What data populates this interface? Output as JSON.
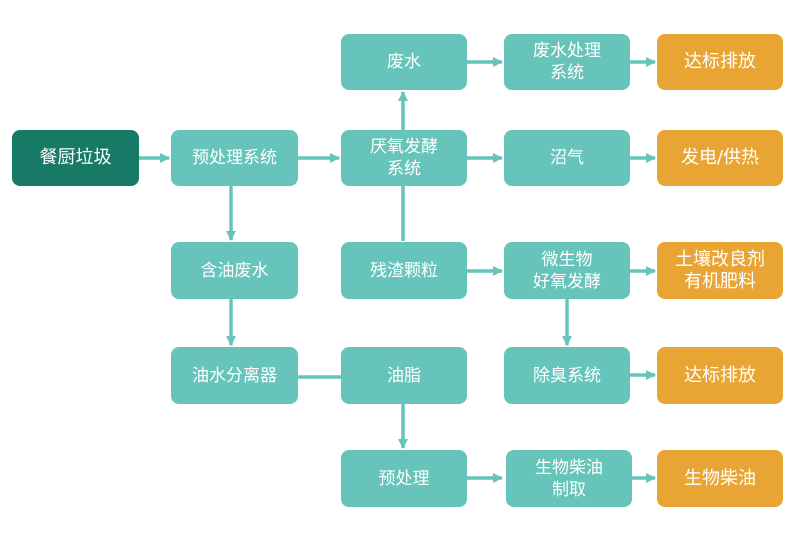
{
  "nodes": {
    "kitchen_waste": "餐厨垃圾",
    "pretreatment_system": "预处理系统",
    "anaerobic_fermentation": "厌氧发酵\n系统",
    "wastewater": "废水",
    "wastewater_treatment": "废水处理\n系统",
    "discharge_1": "达标排放",
    "biogas": "沼气",
    "power_heat": "发电/供热",
    "oily_wastewater": "含油废水",
    "residue_granules": "残渣颗粒",
    "aerobic_fermentation": "微生物\n好氧发酵",
    "soil_conditioner": "土壤改良剂\n有机肥料",
    "oil_water_separator": "油水分离器",
    "grease": "油脂",
    "deodorization": "除臭系统",
    "discharge_2": "达标排放",
    "pretreatment": "预处理",
    "biodiesel_production": "生物柴油\n制取",
    "biodiesel": "生物柴油"
  },
  "colors": {
    "process": "#66c4bb",
    "source": "#177a66",
    "output": "#e9a534",
    "connector": "#66c4bb"
  }
}
